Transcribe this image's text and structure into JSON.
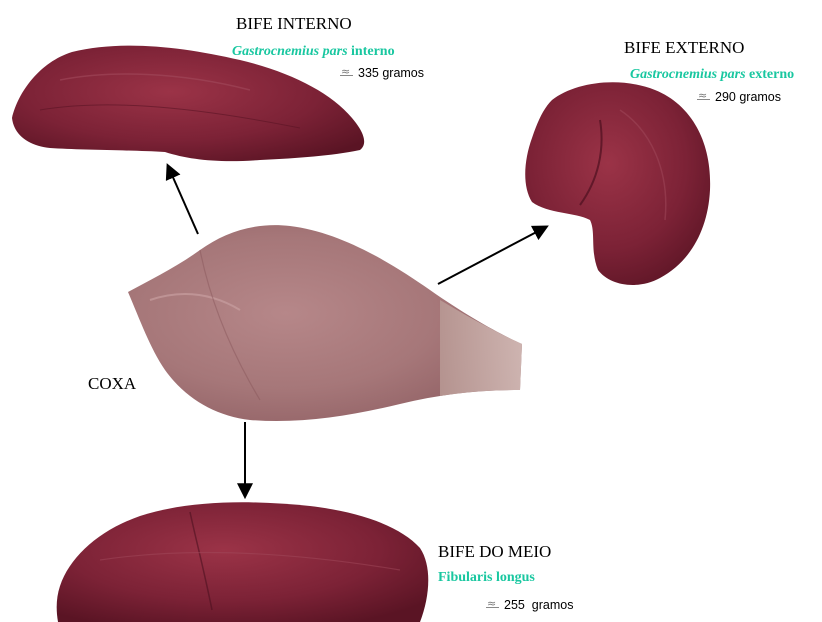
{
  "cuts": {
    "internal": {
      "title": "BIFE INTERNO",
      "latin_italic": "Gastrocnemius pars",
      "latin_plain": "interno",
      "weight": "335 gramos"
    },
    "external": {
      "title": "BIFE EXTERNO",
      "latin_italic": "Gastrocnemius pars",
      "latin_plain": "externo",
      "weight": "290 gramos"
    },
    "middle": {
      "title": "BIFE DO MEIO",
      "latin": "Fibularis longus",
      "weight": "255  gramos"
    }
  },
  "source": {
    "title": "COXA"
  },
  "colors": {
    "latin_label": "#19c7a0",
    "meat_dark": "#6b1a2c",
    "meat_mid": "#8a2c40",
    "coxa": "#a87e80"
  }
}
